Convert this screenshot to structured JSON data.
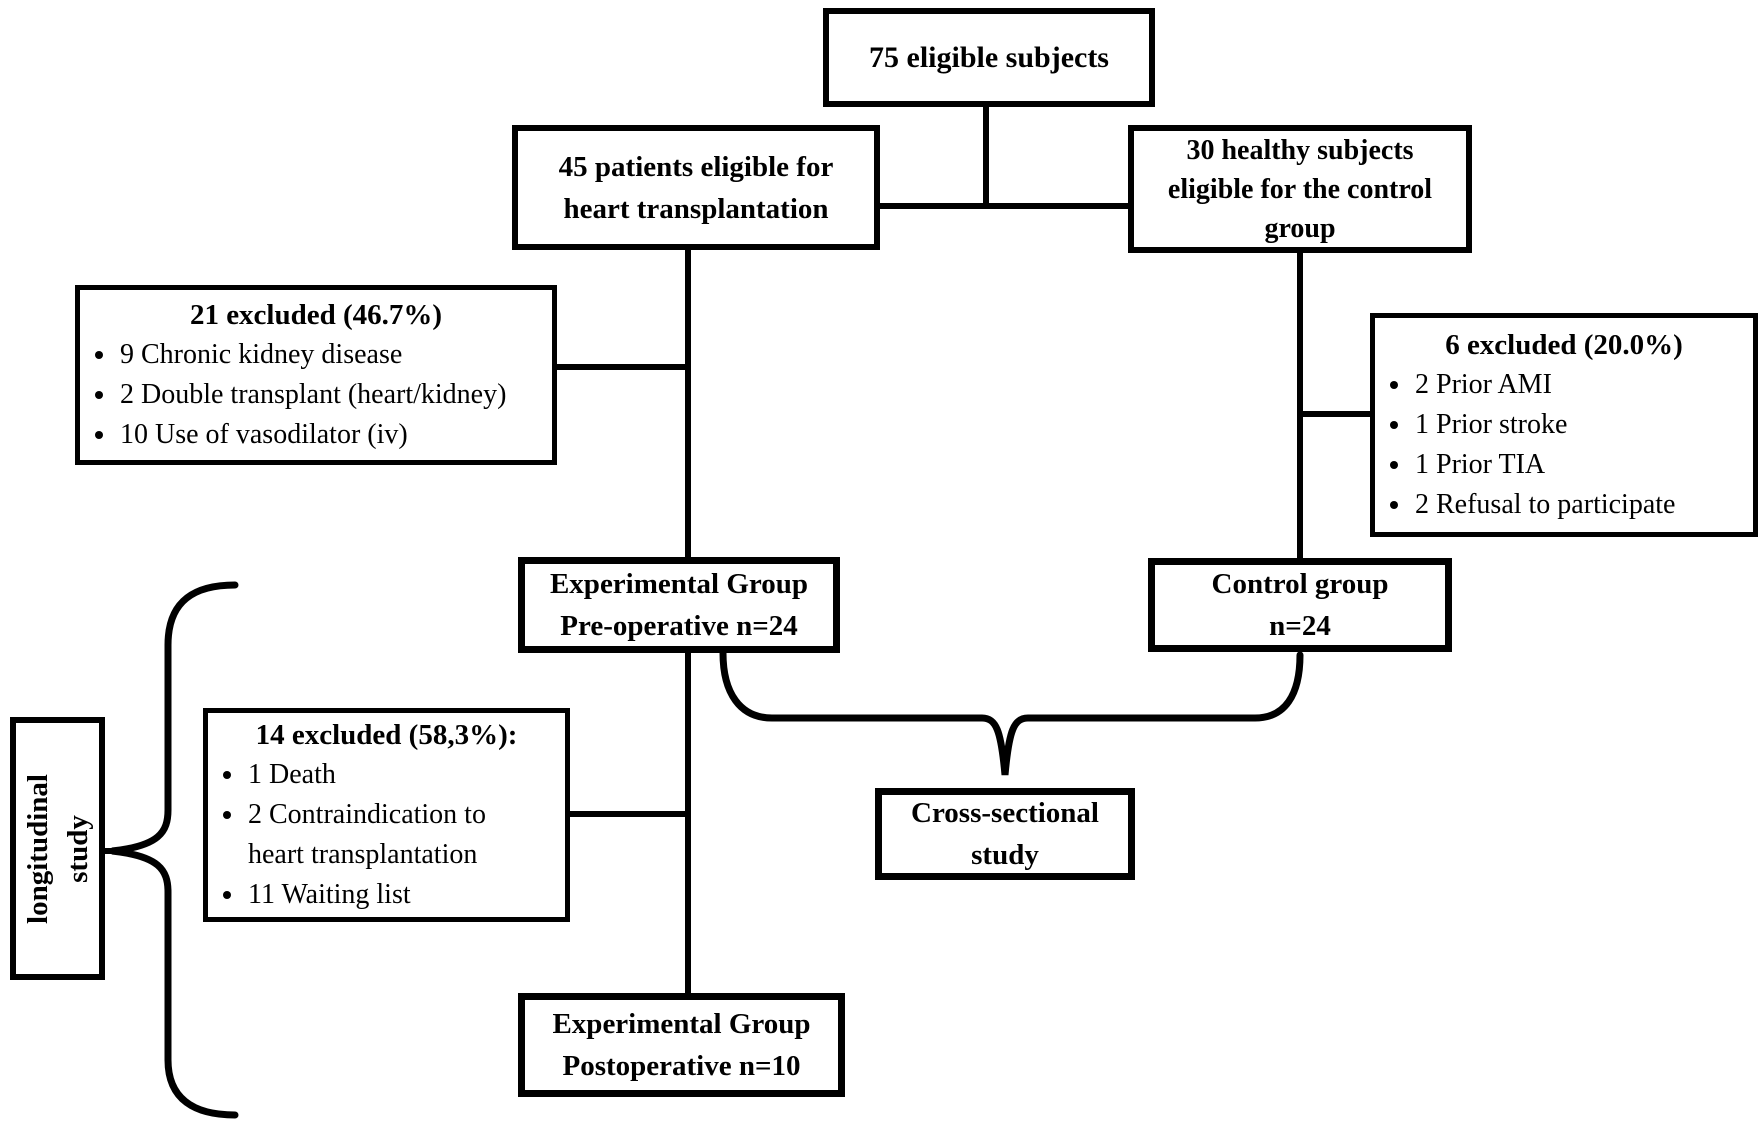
{
  "colors": {
    "ink": "#000000",
    "paper": "#ffffff"
  },
  "boxes": {
    "eligible": {
      "lines": [
        "75 eligible subjects"
      ]
    },
    "patients": {
      "lines": [
        "45 patients eligible for",
        "heart transplantation"
      ]
    },
    "healthy": {
      "lines": [
        "30 healthy subjects",
        "eligible for the control",
        "group"
      ]
    },
    "excluded21": {
      "title": "21 excluded (46.7%)",
      "items": [
        "9 Chronic kidney disease",
        "2 Double transplant (heart/kidney)",
        "10 Use of vasodilator (iv)"
      ]
    },
    "excluded6": {
      "title": "6 excluded (20.0%)",
      "items": [
        "2 Prior AMI",
        "1 Prior stroke",
        "1 Prior TIA",
        "2 Refusal to participate"
      ]
    },
    "preop": {
      "lines": [
        "Experimental Group",
        "Pre-operative n=24"
      ]
    },
    "control": {
      "lines": [
        "Control group",
        "n=24"
      ]
    },
    "excluded14": {
      "title": "14 excluded (58,3%):",
      "items": [
        "1 Death",
        "2 Contraindication to heart transplantation",
        "11 Waiting list"
      ]
    },
    "cross": {
      "lines": [
        "Cross-sectional",
        "study"
      ]
    },
    "postop": {
      "lines": [
        "Experimental Group",
        "Postoperative n=10"
      ]
    },
    "longitudinal": {
      "lines": [
        "longitudinal",
        "study"
      ]
    }
  }
}
